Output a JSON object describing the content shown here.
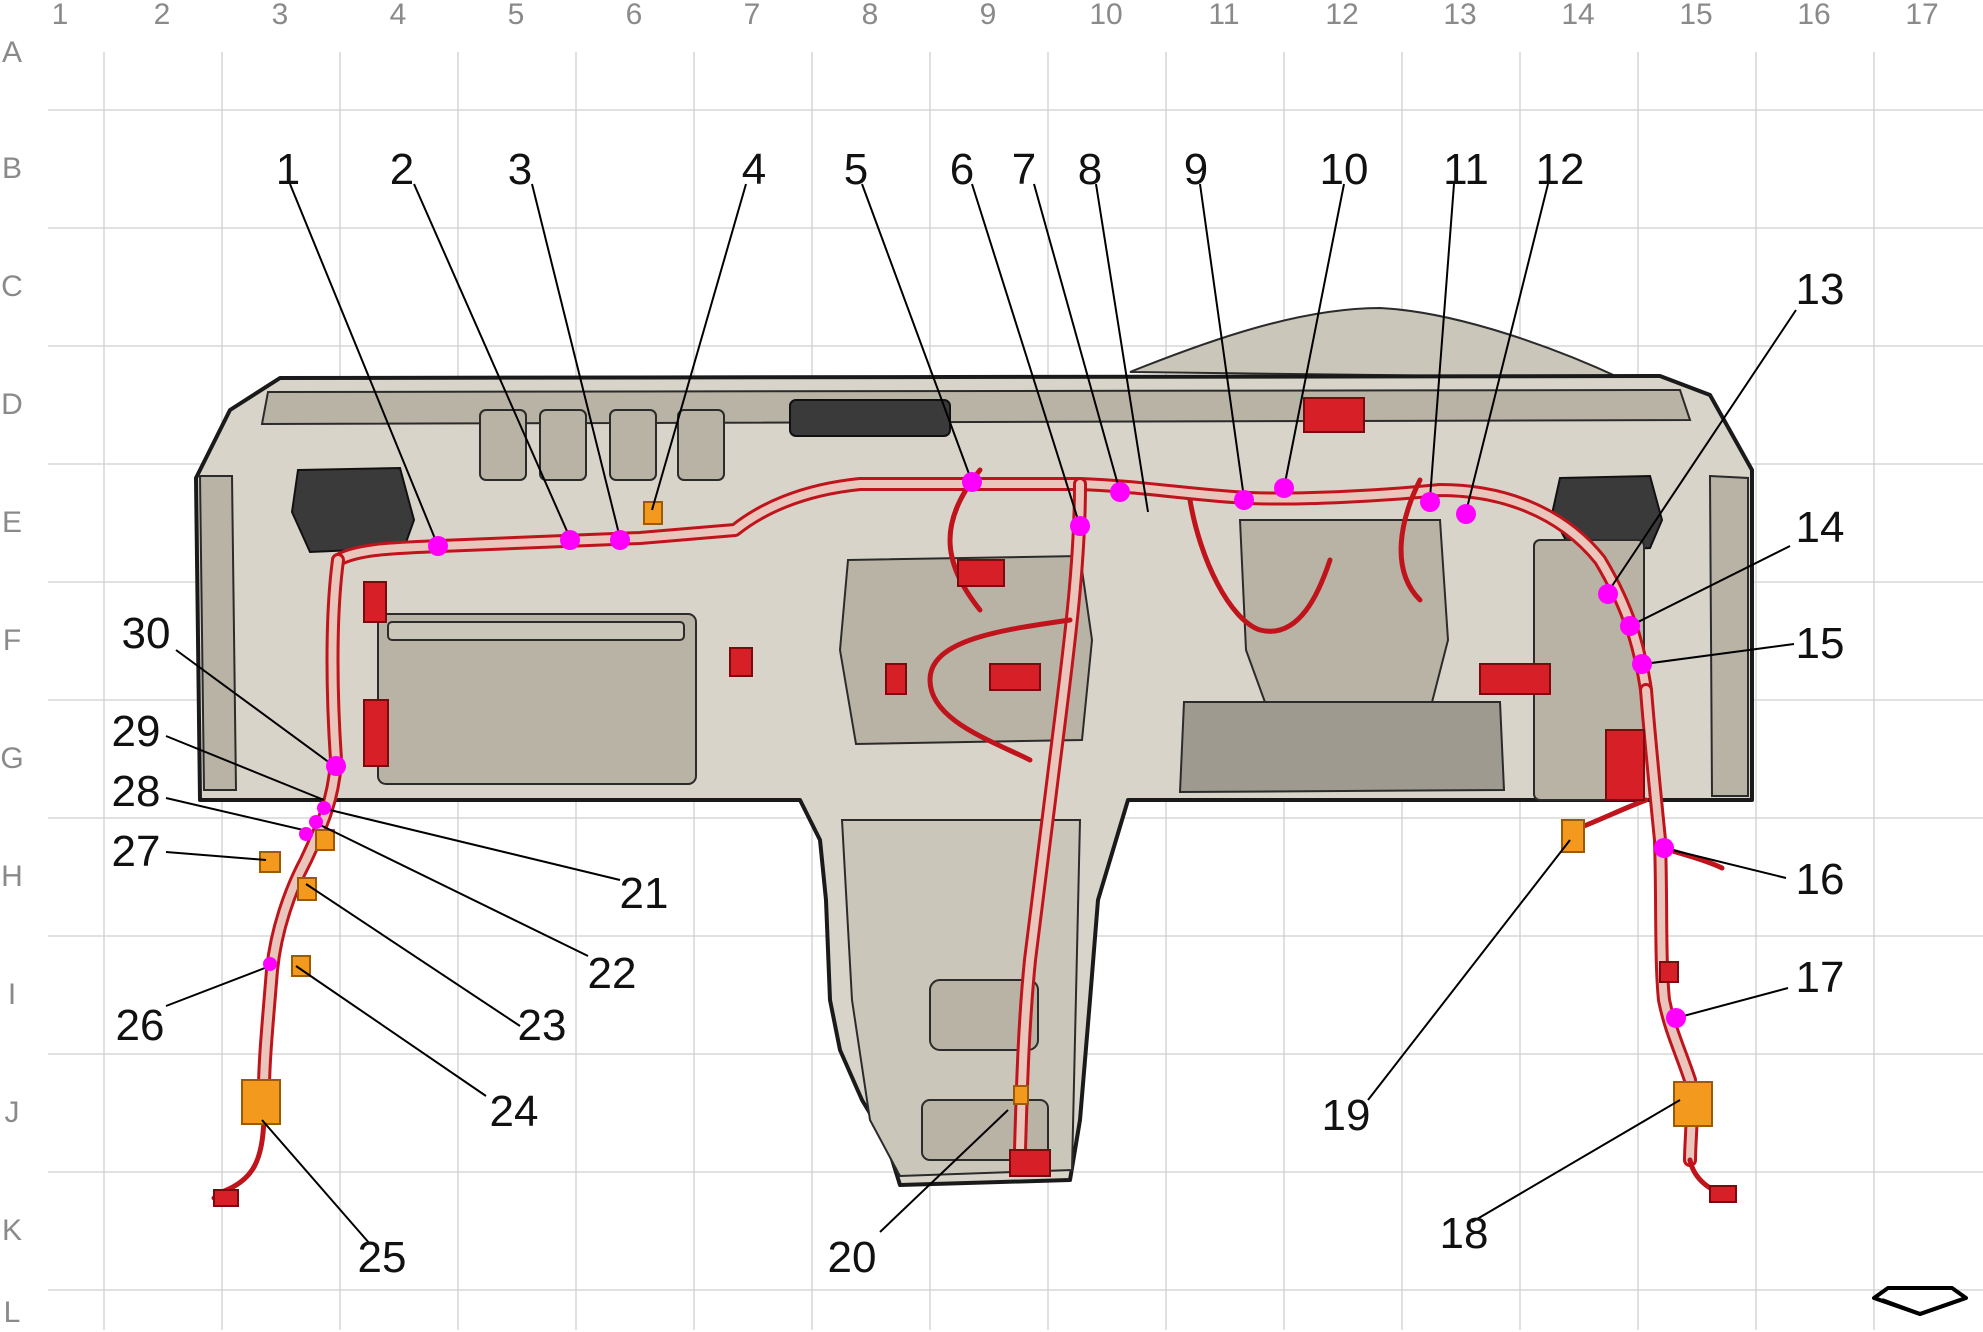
{
  "grid": {
    "columns": [
      "1",
      "2",
      "3",
      "4",
      "5",
      "6",
      "7",
      "8",
      "9",
      "10",
      "11",
      "12",
      "13",
      "14",
      "15",
      "16",
      "17"
    ],
    "rows": [
      "A",
      "B",
      "C",
      "D",
      "E",
      "F",
      "G",
      "H",
      "I",
      "J",
      "K",
      "L"
    ]
  },
  "callouts": {
    "c1": "1",
    "c2": "2",
    "c3": "3",
    "c4": "4",
    "c5": "5",
    "c6": "6",
    "c7": "7",
    "c8": "8",
    "c9": "9",
    "c10": "10",
    "c11": "11",
    "c12": "12",
    "c13": "13",
    "c14": "14",
    "c15": "15",
    "c16": "16",
    "c17": "17",
    "c18": "18",
    "c19": "19",
    "c20": "20",
    "c21": "21",
    "c22": "22",
    "c23": "23",
    "c24": "24",
    "c25": "25",
    "c26": "26",
    "c27": "27",
    "c28": "28",
    "c29": "29",
    "c30": "30"
  },
  "colors": {
    "harness": "#c0141c",
    "marker": "#ff00ff",
    "connector_orange": "#f39a1e",
    "panel": "#d8d4c9"
  },
  "icons": {
    "view_direction": "arrow-down-icon"
  }
}
